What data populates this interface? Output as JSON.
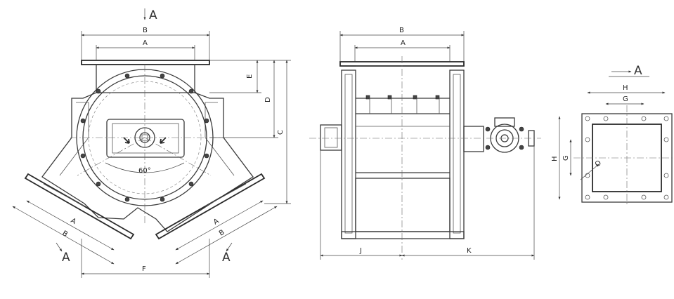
{
  "front_view": {
    "section_marks": [
      "A",
      "A",
      "A"
    ],
    "dims": {
      "b_top": "B",
      "a_top": "A",
      "e": "E",
      "d": "D",
      "c": "C",
      "a_left": "A",
      "b_left": "B",
      "a_right": "A",
      "b_right": "B",
      "f": "F"
    },
    "angle": "60°"
  },
  "side_view": {
    "dims": {
      "b_top": "B",
      "a_top": "A",
      "j": "J",
      "k": "K"
    }
  },
  "flange_view": {
    "section_mark": "A",
    "dims": {
      "h_top": "H",
      "g_top": "G",
      "h_side": "H",
      "g_side": "G",
      "hole": "O"
    }
  }
}
